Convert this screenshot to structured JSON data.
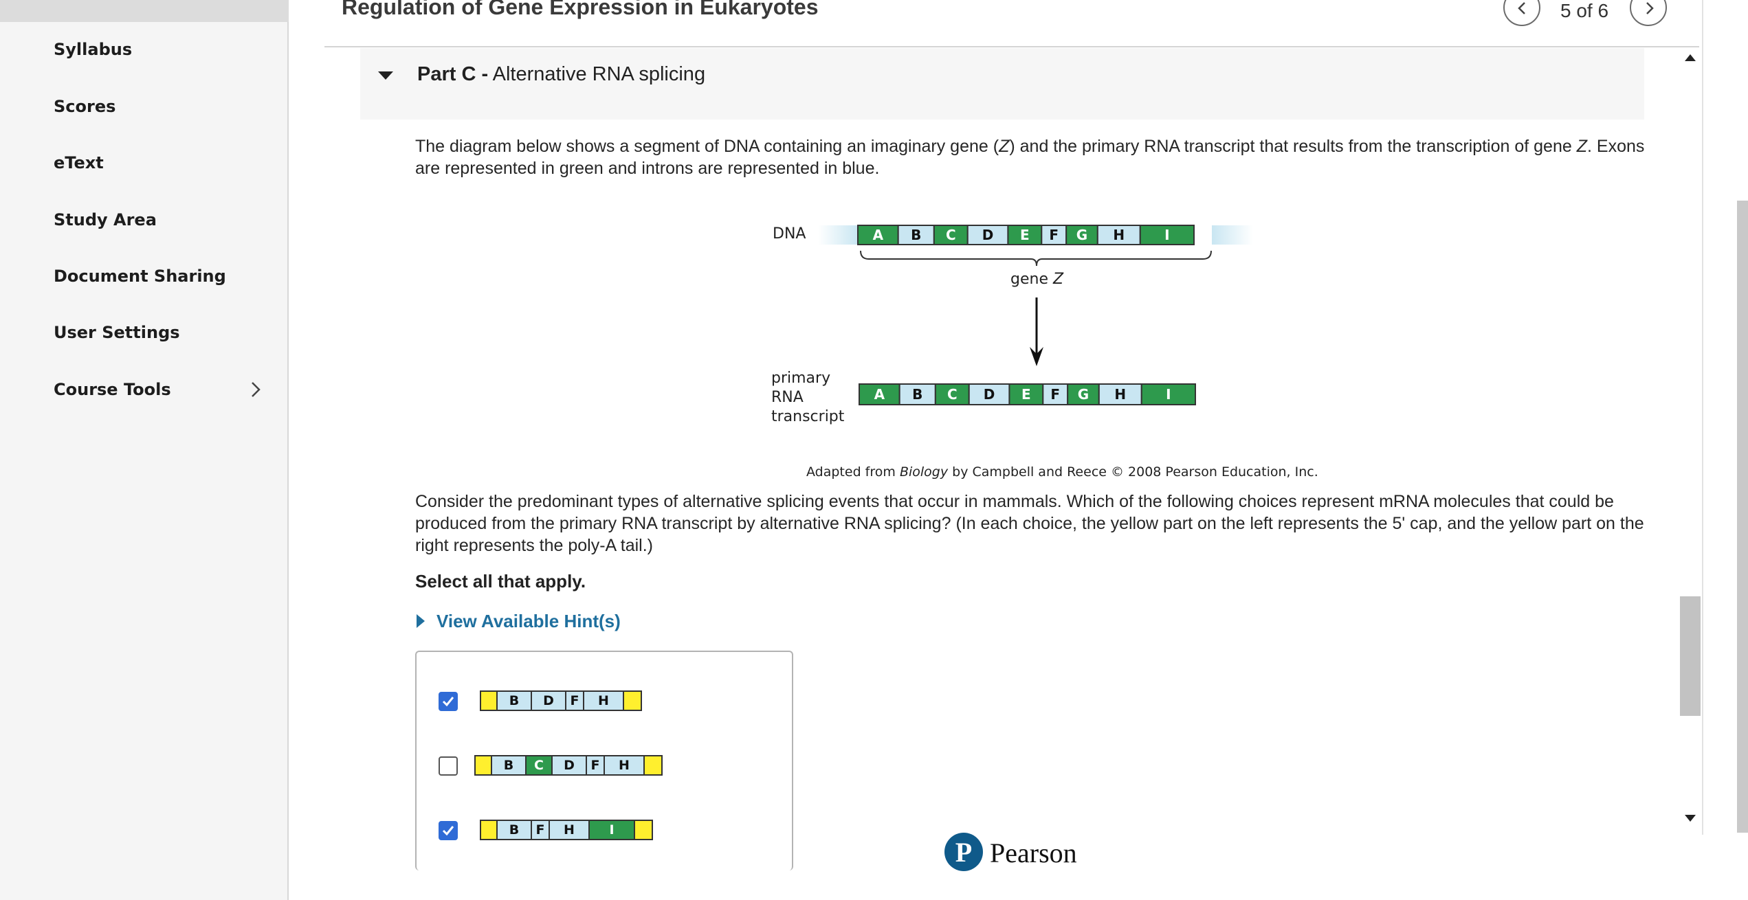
{
  "sidebar": {
    "items": [
      {
        "label": "Syllabus"
      },
      {
        "label": "Scores"
      },
      {
        "label": "eText"
      },
      {
        "label": "Study Area"
      },
      {
        "label": "Document Sharing"
      },
      {
        "label": "User Settings"
      },
      {
        "label": "Course Tools"
      }
    ]
  },
  "header": {
    "title": "Regulation of Gene Expression in Eukaryotes",
    "pager": "5 of 6"
  },
  "part": {
    "label_bold": "Part C -",
    "label_rest": " Alternative RNA splicing"
  },
  "content": {
    "intro_1": "The diagram below shows a segment of DNA containing an imaginary gene (",
    "intro_z1": "Z",
    "intro_2": ") and the primary RNA transcript that results from the transcription of gene ",
    "intro_z2": "Z",
    "intro_3": ". Exons are represented in green and introns are represented in blue.",
    "question": "Consider the predominant types of alternative splicing events that occur in mammals. Which of the following choices represent mRNA molecules that could be produced from the primary RNA transcript by alternative RNA splicing? (In each choice, the yellow part on the left represents the 5' cap, and the yellow part on the right represents the poly-A tail.)",
    "select_all": "Select all that apply.",
    "hint": "View Available Hint(s)"
  },
  "diagram": {
    "dna_label": "DNA",
    "gene_label": "gene",
    "gene_letter": "Z",
    "rna_label_1": "primary",
    "rna_label_2": "RNA",
    "rna_label_3": "transcript",
    "segments": [
      {
        "letter": "A",
        "type": "exon"
      },
      {
        "letter": "B",
        "type": "intron"
      },
      {
        "letter": "C",
        "type": "exon"
      },
      {
        "letter": "D",
        "type": "intron"
      },
      {
        "letter": "E",
        "type": "exon"
      },
      {
        "letter": "F",
        "type": "intron"
      },
      {
        "letter": "G",
        "type": "exon"
      },
      {
        "letter": "H",
        "type": "intron"
      },
      {
        "letter": "I",
        "type": "exon"
      }
    ],
    "caption_1": "Adapted from ",
    "caption_book": "Biology",
    "caption_2": " by Campbell and Reece © 2008 Pearson Education, Inc."
  },
  "choices": [
    {
      "checked": true,
      "segments": [
        {
          "letter": "",
          "type": "cap"
        },
        {
          "letter": "B",
          "type": "intron"
        },
        {
          "letter": "D",
          "type": "intron"
        },
        {
          "letter": "F",
          "type": "intron"
        },
        {
          "letter": "H",
          "type": "intron"
        },
        {
          "letter": "",
          "type": "cap"
        }
      ]
    },
    {
      "checked": false,
      "segments": [
        {
          "letter": "",
          "type": "cap"
        },
        {
          "letter": "B",
          "type": "intron"
        },
        {
          "letter": "C",
          "type": "exon"
        },
        {
          "letter": "D",
          "type": "intron"
        },
        {
          "letter": "F",
          "type": "intron"
        },
        {
          "letter": "H",
          "type": "intron"
        },
        {
          "letter": "",
          "type": "cap"
        }
      ]
    },
    {
      "checked": true,
      "segments": [
        {
          "letter": "",
          "type": "cap"
        },
        {
          "letter": "B",
          "type": "intron"
        },
        {
          "letter": "F",
          "type": "intron"
        },
        {
          "letter": "H",
          "type": "intron"
        },
        {
          "letter": "I",
          "type": "exon"
        },
        {
          "letter": "",
          "type": "cap"
        }
      ]
    }
  ],
  "footer": {
    "brand": "Pearson"
  },
  "colors": {
    "exon": "#2e9a4d",
    "intron": "#c9e6f2",
    "cap": "#ffef2e",
    "link": "#1f6f9e",
    "checkbox": "#2f6bd6"
  }
}
